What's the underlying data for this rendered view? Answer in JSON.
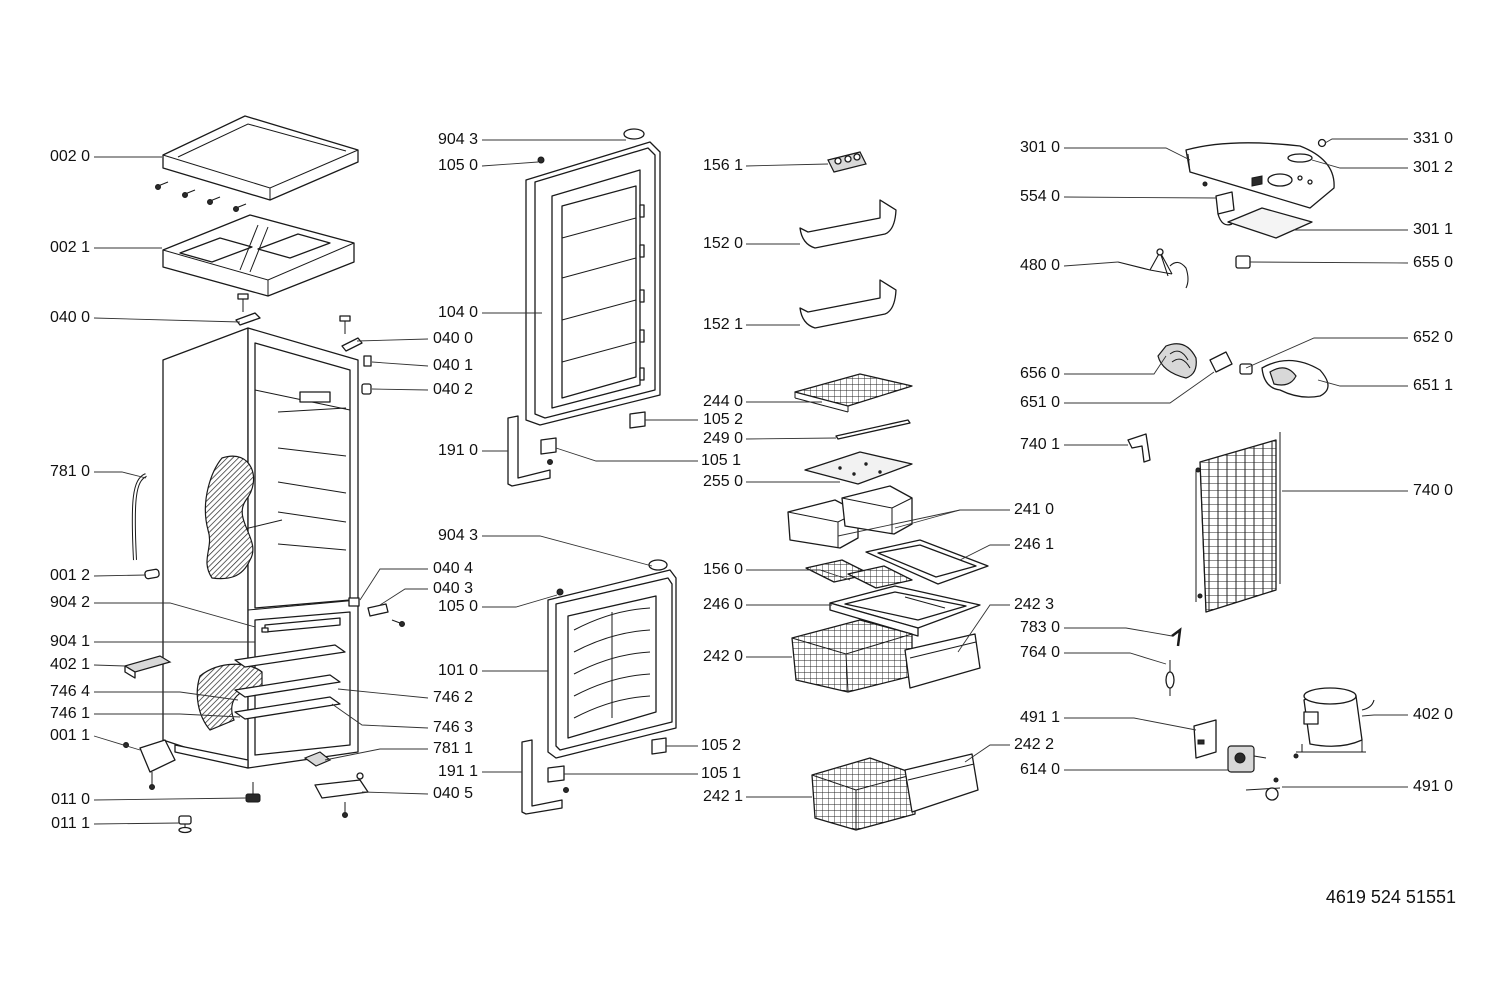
{
  "document_number": "4619 524 51551",
  "labels": {
    "l_0020": "002 0",
    "l_0021": "002 1",
    "l_0400a": "040 0",
    "l_0400b": "040 0",
    "l_0401": "040 1",
    "l_0402": "040 2",
    "l_7810": "781 0",
    "l_0012": "001 2",
    "l_9042": "904 2",
    "l_0404": "040 4",
    "l_0403": "040 3",
    "l_9041": "904 1",
    "l_4021": "402 1",
    "l_7464": "746 4",
    "l_7462": "746 2",
    "l_7461": "746 1",
    "l_7463": "746 3",
    "l_0011": "001 1",
    "l_7811": "781 1",
    "l_0110": "011 0",
    "l_0405": "040 5",
    "l_0111": "011 1",
    "l_9043a": "904 3",
    "l_1050a": "105 0",
    "l_1040": "104 0",
    "l_1910": "191 0",
    "l_1051a": "105 1",
    "l_9043b": "904 3",
    "l_1050b": "105 0",
    "l_1010": "101 0",
    "l_1911": "191 1",
    "l_1052b": "105 2",
    "l_1051b": "105 1",
    "l_1561": "156 1",
    "l_1520": "152 0",
    "l_1521": "152 1",
    "l_2440": "244 0",
    "l_1052a": "105 2",
    "l_2490": "249 0",
    "l_2550": "255 0",
    "l_2410": "241 0",
    "l_2461": "246 1",
    "l_1560": "156 0",
    "l_2460": "246 0",
    "l_2423": "242 3",
    "l_2420": "242 0",
    "l_2422": "242 2",
    "l_2421": "242 1",
    "l_3010": "301 0",
    "l_3310": "331 0",
    "l_3012": "301 2",
    "l_5540": "554 0",
    "l_3011": "301 1",
    "l_4800": "480 0",
    "l_6550": "655 0",
    "l_6520": "652 0",
    "l_6560": "656 0",
    "l_6511": "651 1",
    "l_6510": "651 0",
    "l_7401": "740 1",
    "l_7400": "740 0",
    "l_7830": "783 0",
    "l_7640": "764 0",
    "l_4911": "491 1",
    "l_4020": "402 0",
    "l_6140": "614 0",
    "l_4910": "491 0"
  }
}
